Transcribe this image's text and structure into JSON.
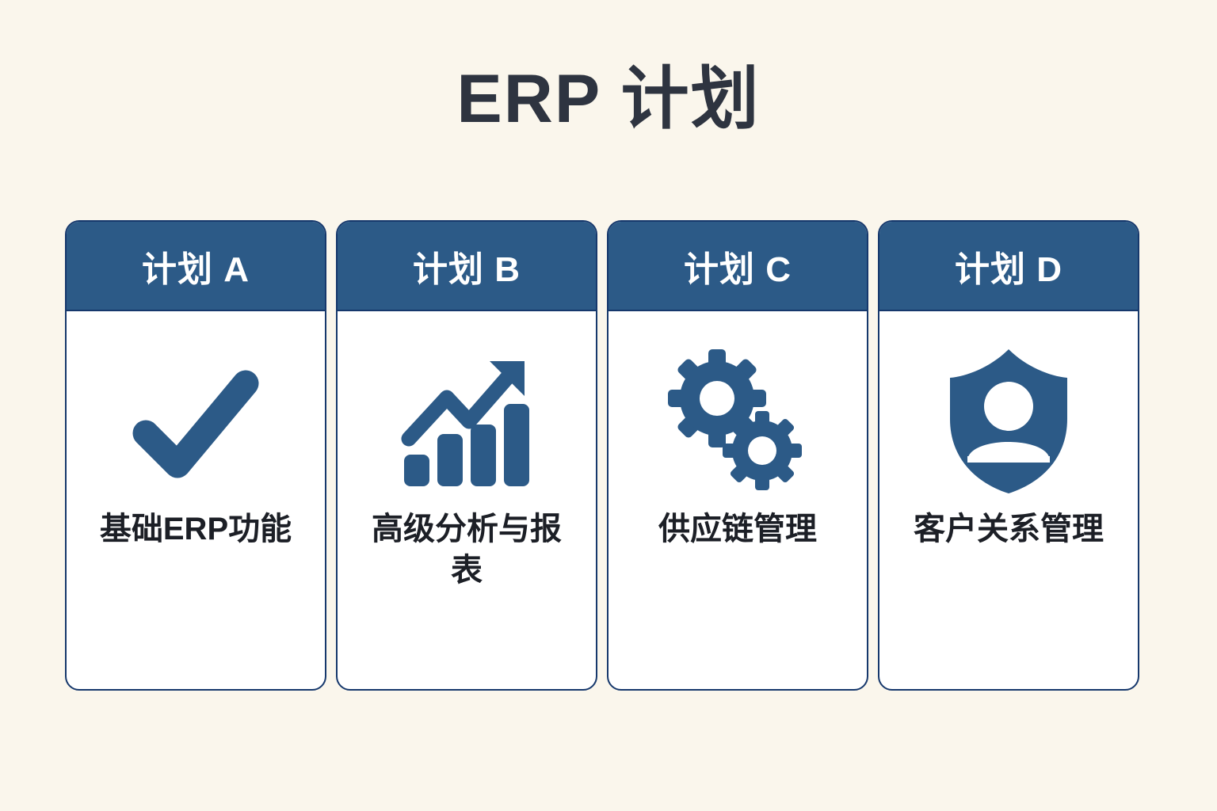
{
  "page": {
    "title": "ERP 计划",
    "background_color": "#faf6ec",
    "accent_color": "#2c5a87",
    "border_color": "#16386c",
    "title_color": "#2e3440",
    "card_background": "#ffffff",
    "header_text_color": "#ffffff",
    "body_text_color": "#1c1f26"
  },
  "cards": [
    {
      "header": "计划 A",
      "icon": "checkmark-icon",
      "text": "基础ERP功能"
    },
    {
      "header": "计划 B",
      "icon": "growth-chart-icon",
      "text": "高级分析与报表"
    },
    {
      "header": "计划 C",
      "icon": "gears-icon",
      "text": "供应链管理"
    },
    {
      "header": "计划 D",
      "icon": "shield-person-icon",
      "text": "客户关系管理"
    }
  ]
}
